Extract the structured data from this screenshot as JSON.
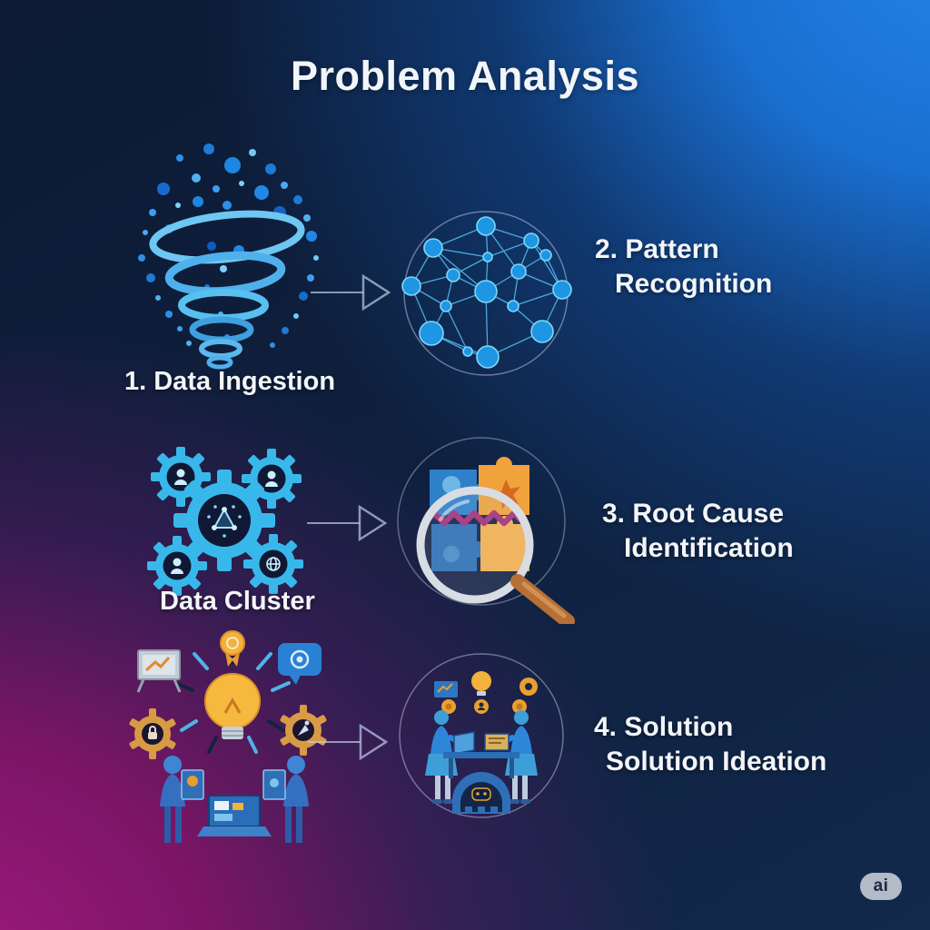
{
  "title": "Problem Analysis",
  "steps": {
    "step1": {
      "label": "1. Data Ingestion"
    },
    "step2": {
      "line1": "2. Pattern",
      "line2": "Recognition"
    },
    "cluster": {
      "label": "Data Cluster"
    },
    "step3": {
      "line1": "3. Root Cause",
      "line2": "Identification"
    },
    "step4": {
      "line1": "4. Solution",
      "line2": "Solution Ideation"
    }
  },
  "badge": "ai",
  "icons": {
    "step1": "data-funnel-icon",
    "step2": "network-graph-icon",
    "cluster": "gear-cluster-icon",
    "step3": "puzzle-magnifier-icon",
    "ideation": "team-ideation-icon",
    "step4": "team-solution-icon",
    "connector": "arrow-right-icon"
  },
  "colors": {
    "bg_top_right_blue": "#1f7fe0",
    "bg_dark_navy": "#0d1b33",
    "bg_magenta": "#7c1566",
    "accent_cyan": "#38b8ea",
    "node_blue": "#1e96e4",
    "accent_orange": "#f2a83c",
    "puzzle_magenta": "#a62d7a",
    "text_white": "#f2f5f9",
    "badge_gray": "#b2bbc7"
  }
}
